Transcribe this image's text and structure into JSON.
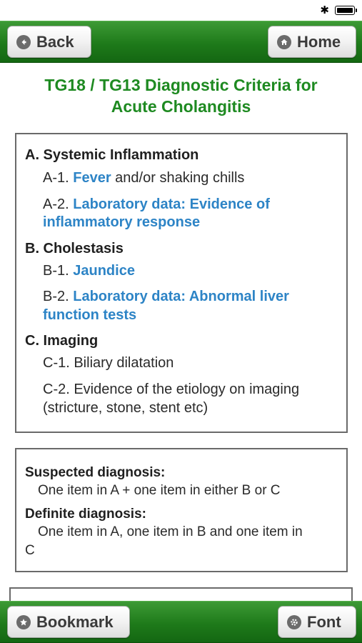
{
  "status_bar": {
    "bluetooth_icon": "bluetooth-icon",
    "battery_icon": "battery-icon"
  },
  "top_bar": {
    "back_label": "Back",
    "home_label": "Home",
    "back_icon": "arrow-left-circle-icon",
    "home_icon": "house-circle-icon"
  },
  "title": {
    "line1": "TG18 / TG13 Diagnostic Criteria for",
    "line2": "Acute Cholangitis"
  },
  "criteria": {
    "a": {
      "heading": "A. Systemic Inflammation",
      "a1": {
        "prefix": "A-1. ",
        "link": "Fever",
        "rest": " and/or shaking chills"
      },
      "a2": {
        "prefix": "A-2. ",
        "link1": "Laboratory data: Evidence of",
        "link2": "inflammatory response"
      }
    },
    "b": {
      "heading": "B. Cholestasis",
      "b1": {
        "prefix": "B-1. ",
        "link": "Jaundice"
      },
      "b2": {
        "prefix": "B-2. ",
        "link1": "Laboratory data: Abnormal liver",
        "link2": "function tests"
      }
    },
    "c": {
      "heading": "C. Imaging",
      "c1": "C-1. Biliary dilatation",
      "c2_line1": "C-2. Evidence of the etiology on imaging",
      "c2_line2": "(stricture, stone, stent etc)"
    }
  },
  "diagnosis": {
    "suspected_heading": "Suspected diagnosis:",
    "suspected_text": "One item in A + one item in either B or C",
    "definite_heading": "Definite diagnosis:",
    "definite_line1": "One item in A, one item in B and one item in",
    "definite_line2": "C"
  },
  "bottom_bar": {
    "bookmark_label": "Bookmark",
    "font_label": "Font",
    "bookmark_icon": "star-circle-icon",
    "font_icon": "gear-circle-icon"
  },
  "colors": {
    "bar_green": "#1e7a1a",
    "title_green": "#1e8a21",
    "link_blue": "#2d84c6"
  }
}
